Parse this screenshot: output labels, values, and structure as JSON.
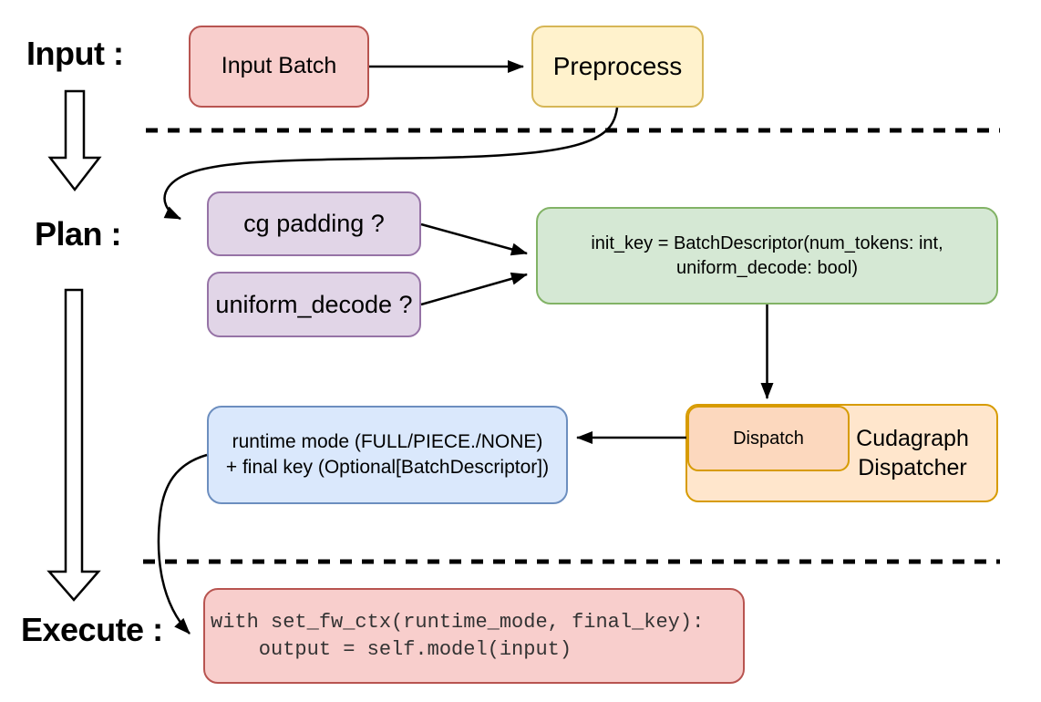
{
  "diagram": {
    "background": "#ffffff",
    "line_color": "#000000"
  },
  "labels": {
    "input": "Input :",
    "plan": "Plan :",
    "execute": "Execute :"
  },
  "boxes": {
    "input_batch": {
      "label": "Input Batch",
      "fill": "#F8CECC",
      "stroke": "#B85450"
    },
    "preprocess": {
      "label": "Preprocess",
      "fill": "#FFF2CC",
      "stroke": "#D6B656"
    },
    "cg_padding": {
      "label": "cg padding ?",
      "fill": "#E1D5E7",
      "stroke": "#9673A6"
    },
    "uniform_decode": {
      "label": "uniform_decode ?",
      "fill": "#E1D5E7",
      "stroke": "#9673A6"
    },
    "init_key": {
      "lines": [
        "init_key = BatchDescriptor(num_tokens: int,",
        "uniform_decode: bool)"
      ],
      "fill": "#D5E8D4",
      "stroke": "#82B366"
    },
    "dispatch": {
      "label": "Dispatch",
      "fill": "#FCD8BE",
      "stroke": "#D79B00"
    },
    "cudagraph_dispatcher": {
      "label": "Cudagraph Dispatcher",
      "fill": "#FFE6CC",
      "stroke": "#D79B00"
    },
    "runtime": {
      "lines": [
        "runtime mode (FULL/PIECE./NONE)",
        "+ final key (Optional[BatchDescriptor])"
      ],
      "fill": "#DAE8FC",
      "stroke": "#6C8EBF"
    },
    "execute_code": {
      "lines": [
        "with set_fw_ctx(runtime_mode, final_key):",
        "    output = self.model(input)"
      ],
      "fill": "#F8CECC",
      "stroke": "#B85450"
    }
  }
}
